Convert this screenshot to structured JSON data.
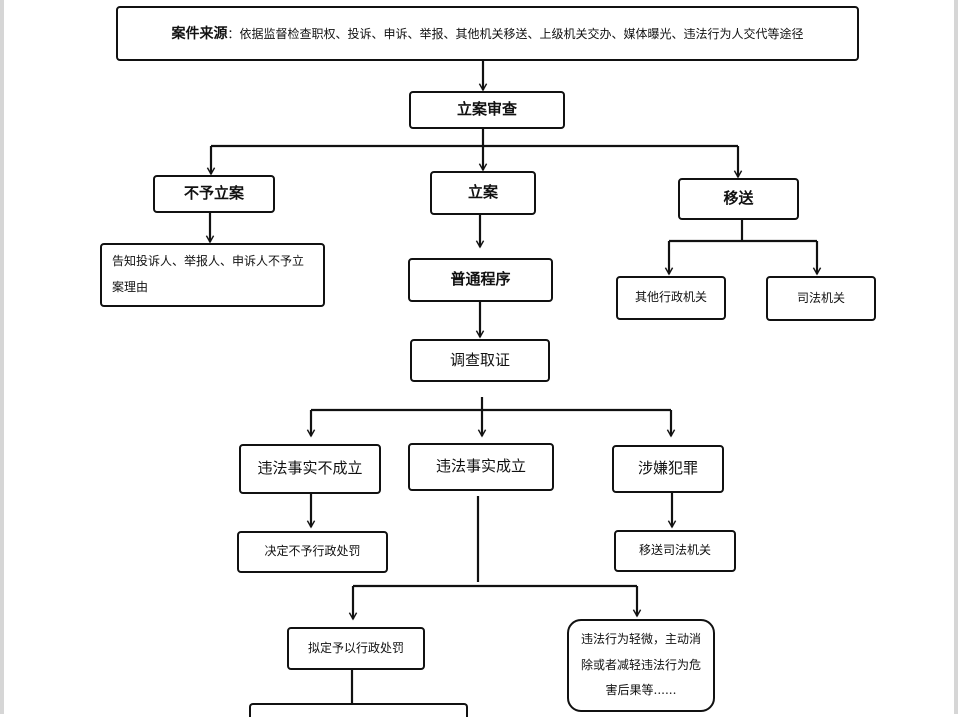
{
  "flowchart": {
    "source": {
      "title": "案件来源",
      "separator": "：",
      "text": "依据监督检查职权、投诉、申诉、举报、其他机关移送、上级机关交办、媒体曝光、违法行为人交代等途径"
    },
    "review": "立案审查",
    "not_filed": "不予立案",
    "notify": "告知投诉人、举报人、申诉人不予立案理由",
    "filed": "立案",
    "transfer": "移送",
    "other_admin": "其他行政机关",
    "judicial": "司法机关",
    "ordinary_procedure": "普通程序",
    "investigation": "调查取证",
    "facts_not_established": "违法事实不成立",
    "facts_established": "违法事实成立",
    "suspected_crime": "涉嫌犯罪",
    "no_penalty": "决定不予行政处罚",
    "transfer_judicial": "移送司法机关",
    "propose_penalty": "拟定予以行政处罚",
    "minor_violation": "违法行为轻微，主动消除或者减轻违法行为危害后果等......"
  }
}
